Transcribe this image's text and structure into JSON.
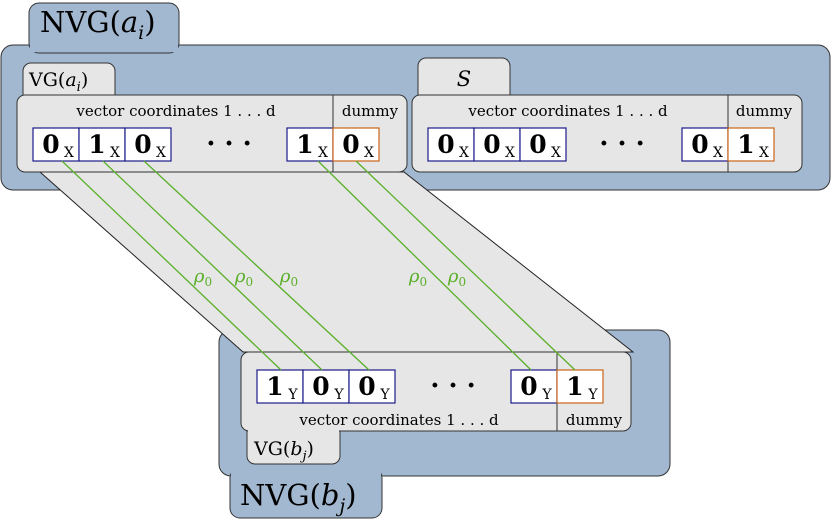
{
  "nvg_a": {
    "name": "NVG",
    "arg": "a",
    "sub": "i"
  },
  "nvg_b": {
    "name": "NVG",
    "arg": "b",
    "sub": "j"
  },
  "vg_a": {
    "name": "VG",
    "arg": "a",
    "sub": "i"
  },
  "vg_b": {
    "name": "VG",
    "arg": "b",
    "sub": "j"
  },
  "s_label": "S",
  "coord_label": "vector coordinates 1 . . . d",
  "dummy_label": "dummy",
  "dots": "· · ·",
  "rho": {
    "name": "ρ",
    "sub": "0"
  },
  "gadget_a": {
    "cells": [
      {
        "digit": "0",
        "sub": "X"
      },
      {
        "digit": "1",
        "sub": "X"
      },
      {
        "digit": "0",
        "sub": "X"
      },
      {
        "digit": "1",
        "sub": "X"
      }
    ],
    "dummy": {
      "digit": "0",
      "sub": "X"
    }
  },
  "gadget_s": {
    "cells": [
      {
        "digit": "0",
        "sub": "X"
      },
      {
        "digit": "0",
        "sub": "X"
      },
      {
        "digit": "0",
        "sub": "X"
      },
      {
        "digit": "0",
        "sub": "X"
      }
    ],
    "dummy": {
      "digit": "1",
      "sub": "X"
    }
  },
  "gadget_b": {
    "cells": [
      {
        "digit": "1",
        "sub": "Y"
      },
      {
        "digit": "0",
        "sub": "Y"
      },
      {
        "digit": "0",
        "sub": "Y"
      },
      {
        "digit": "0",
        "sub": "Y"
      }
    ],
    "dummy": {
      "digit": "1",
      "sub": "Y"
    }
  },
  "colors": {
    "nvg_fill": "#a2b8d0",
    "panel_fill": "#e6e6e6",
    "cell_border": "#1a1a8a",
    "dummy_border": "#c86418",
    "edge_green": "#5ab02a"
  }
}
